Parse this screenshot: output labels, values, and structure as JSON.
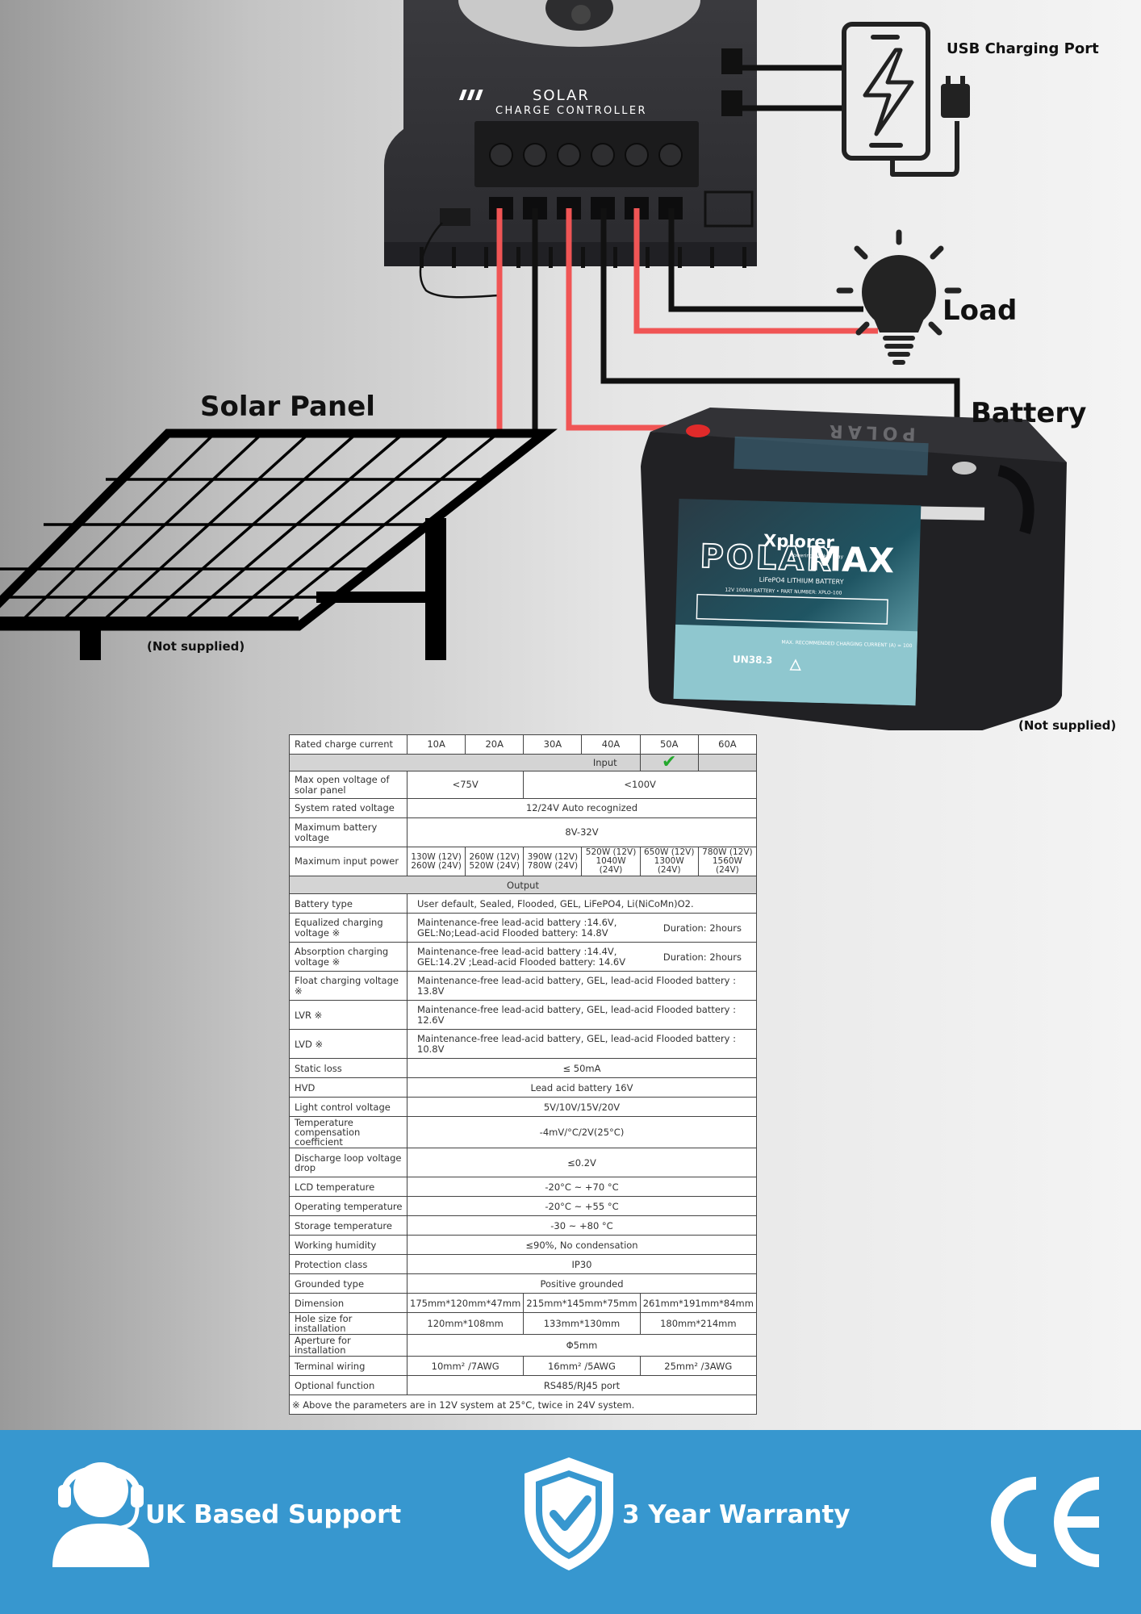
{
  "labels": {
    "usb_port": "USB Charging Port",
    "load": "Load",
    "battery": "Battery",
    "solar_panel": "Solar Panel",
    "not_supplied_panel": "(Not supplied)",
    "not_supplied_battery": "(Not supplied)"
  },
  "controller": {
    "line1": "SOLAR",
    "line2": "CHARGE CONTROLLER"
  },
  "battery_product": {
    "brand": "Xplorer",
    "tagline": "Powering Work & Play",
    "model_a": "POLAR",
    "model_b": "MAX",
    "chemistry": "LiFePO4 LITHIUM BATTERY",
    "spec_line": "12V 100AH BATTERY  •  PART NUMBER: XPLO-100",
    "un": "UN38.3",
    "charge_note": "MAX. RECOMMENDED CHARGING CURRENT (A) = 100"
  },
  "spec_table": {
    "rated_label": "Rated charge current",
    "ratings": [
      "10A",
      "20A",
      "30A",
      "40A",
      "50A",
      "60A"
    ],
    "input_label": "Input",
    "output_label": "Output",
    "max_open_voltage": {
      "label": "Max open voltage of solar panel",
      "low": "<75V",
      "high": "<100V"
    },
    "system_voltage": {
      "label": "System rated voltage",
      "value": "12/24V  Auto recognized"
    },
    "max_battery_voltage": {
      "label": "Maximum battery voltage",
      "value": "8V-32V"
    },
    "max_input_power": {
      "label": "Maximum input  power",
      "values": [
        [
          "130W (12V)",
          "260W (24V)"
        ],
        [
          "260W (12V)",
          "520W (24V)"
        ],
        [
          "390W (12V)",
          "780W (24V)"
        ],
        [
          "520W (12V)",
          "1040W (24V)"
        ],
        [
          "650W (12V)",
          "1300W (24V)"
        ],
        [
          "780W (12V)",
          "1560W (24V)"
        ]
      ]
    },
    "battery_type": {
      "label": "Battery type",
      "value": "User default, Sealed, Flooded, GEL, LiFePO4, Li(NiCoMn)O2."
    },
    "equalized": {
      "label": "Equalized charging voltage ※",
      "value1": "Maintenance-free lead-acid battery :14.6V,",
      "value2": "GEL:No;Lead-acid Flooded battery: 14.8V",
      "duration": "Duration:  2hours"
    },
    "absorption": {
      "label": "Absorption charging voltage ※",
      "value1": "Maintenance-free lead-acid battery :14.4V,",
      "value2": "GEL:14.2V ;Lead-acid Flooded battery: 14.6V",
      "duration": "Duration:  2hours"
    },
    "float_v": {
      "label": "Float charging voltage ※",
      "value": "Maintenance-free lead-acid battery, GEL, lead-acid Flooded battery : 13.8V"
    },
    "lvr": {
      "label": "LVR  ※",
      "value": "Maintenance-free lead-acid battery, GEL, lead-acid Flooded battery : 12.6V"
    },
    "lvd": {
      "label": "LVD  ※",
      "value": "Maintenance-free lead-acid battery, GEL, lead-acid Flooded battery : 10.8V"
    },
    "static_loss": {
      "label": "Static loss",
      "value": "≤ 50mA"
    },
    "hvd": {
      "label": "HVD",
      "value": "Lead acid battery 16V"
    },
    "light_control": {
      "label": "Light control voltage",
      "value": "5V/10V/15V/20V"
    },
    "temp_comp": {
      "label": "Temperature compensation coefficient",
      "value": "-4mV/°C/2V(25°C)"
    },
    "discharge_drop": {
      "label": "Discharge loop voltage drop",
      "value": "≤0.2V"
    },
    "lcd_temp": {
      "label": "LCD  temperature",
      "value": "-20°C ~ +70 °C"
    },
    "operating_temp": {
      "label": "Operating temperature",
      "value": "-20°C ~ +55 °C"
    },
    "storage_temp": {
      "label": "Storage temperature",
      "value": "-30 ~ +80 °C"
    },
    "humidity": {
      "label": "Working humidity",
      "value": "≤90%, No condensation"
    },
    "protection": {
      "label": "Protection class",
      "value": "IP30"
    },
    "grounded": {
      "label": "Grounded type",
      "value": "Positive grounded"
    },
    "dimension": {
      "label": "Dimension",
      "values": [
        "175mm*120mm*47mm",
        "215mm*145mm*75mm",
        "261mm*191mm*84mm"
      ]
    },
    "hole_size": {
      "label": "Hole size for installation",
      "values": [
        "120mm*108mm",
        "133mm*130mm",
        "180mm*214mm"
      ]
    },
    "aperture": {
      "label": "Aperture for installation",
      "value": "Φ5mm"
    },
    "terminal": {
      "label": "Terminal wiring",
      "values": [
        "10mm² /7AWG",
        "16mm² /5AWG",
        "25mm² /3AWG"
      ]
    },
    "optional": {
      "label": "Optional function",
      "value": "RS485/RJ45 port"
    },
    "footnote": "※ Above the parameters are in 12V system at 25°C, twice in 24V system."
  },
  "footer": {
    "support": "UK Based Support",
    "warranty": "3 Year Warranty",
    "ce": "CE",
    "background": "#3797cf"
  },
  "colors": {
    "wire_red": "#f05555",
    "wire_black": "#111111",
    "check_green": "#23a82c"
  },
  "icons": [
    "phone-charging-icon",
    "plug-icon",
    "lightbulb-icon",
    "headset-support-icon",
    "shield-check-icon",
    "ce-mark-icon"
  ]
}
